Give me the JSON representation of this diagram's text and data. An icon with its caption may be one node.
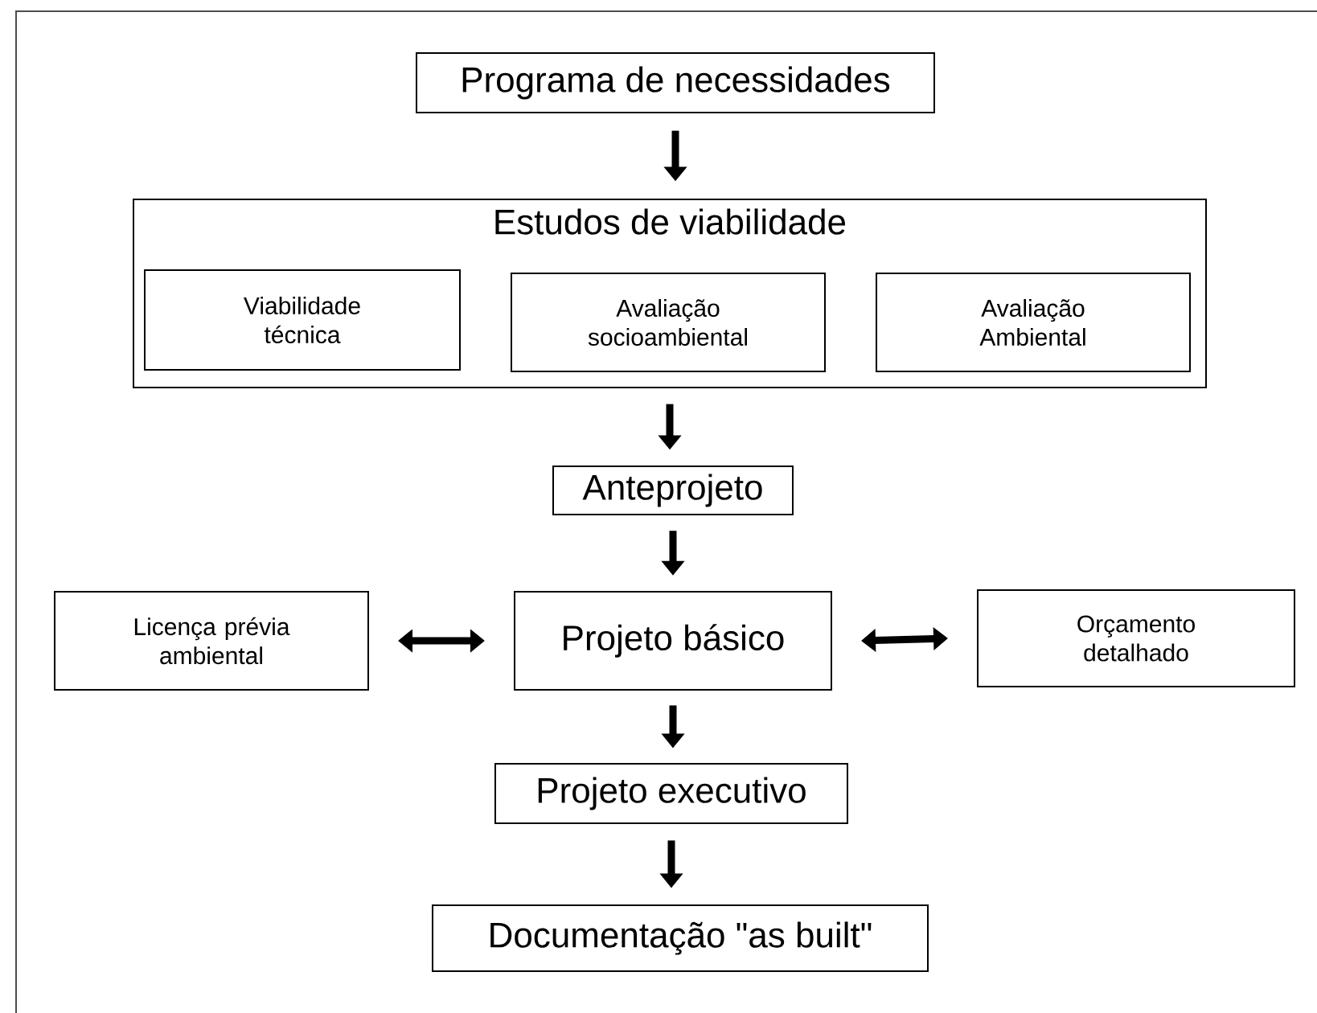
{
  "diagram": {
    "nodes": [
      {
        "text": [
          "Programa de necessidades"
        ]
      },
      {
        "text": [
          "Estudos de viabilidade"
        ]
      },
      {
        "text": [
          "Viabilidade técnica"
        ],
        "in": 1
      },
      {
        "text": [
          "Avaliação socioambiental"
        ],
        "in": 1
      },
      {
        "text": [
          "Avaliação Ambiental"
        ],
        "in": 1
      },
      {
        "text": [
          "Anteprojeto"
        ]
      },
      {
        "text": [
          "Licença prévia ambiental"
        ]
      },
      {
        "text": [
          "Projeto básico"
        ]
      },
      {
        "text": [
          "Orçamento detalhado"
        ]
      },
      {
        "text": [
          "Projeto executivo"
        ]
      },
      {
        "text": [
          "Documentação \"as built\""
        ]
      }
    ],
    "edges": [
      {
        "from": 0,
        "to": 1,
        "arrow": "to"
      },
      {
        "from": 1,
        "to": 5,
        "arrow": "to"
      },
      {
        "from": 5,
        "to": 7,
        "arrow": "to"
      },
      {
        "from": 7,
        "to": 6,
        "arrow": "both"
      },
      {
        "from": 7,
        "to": 8,
        "arrow": "both"
      },
      {
        "from": 7,
        "to": 9,
        "arrow": "to"
      },
      {
        "from": 9,
        "to": 10,
        "arrow": "to"
      }
    ]
  }
}
